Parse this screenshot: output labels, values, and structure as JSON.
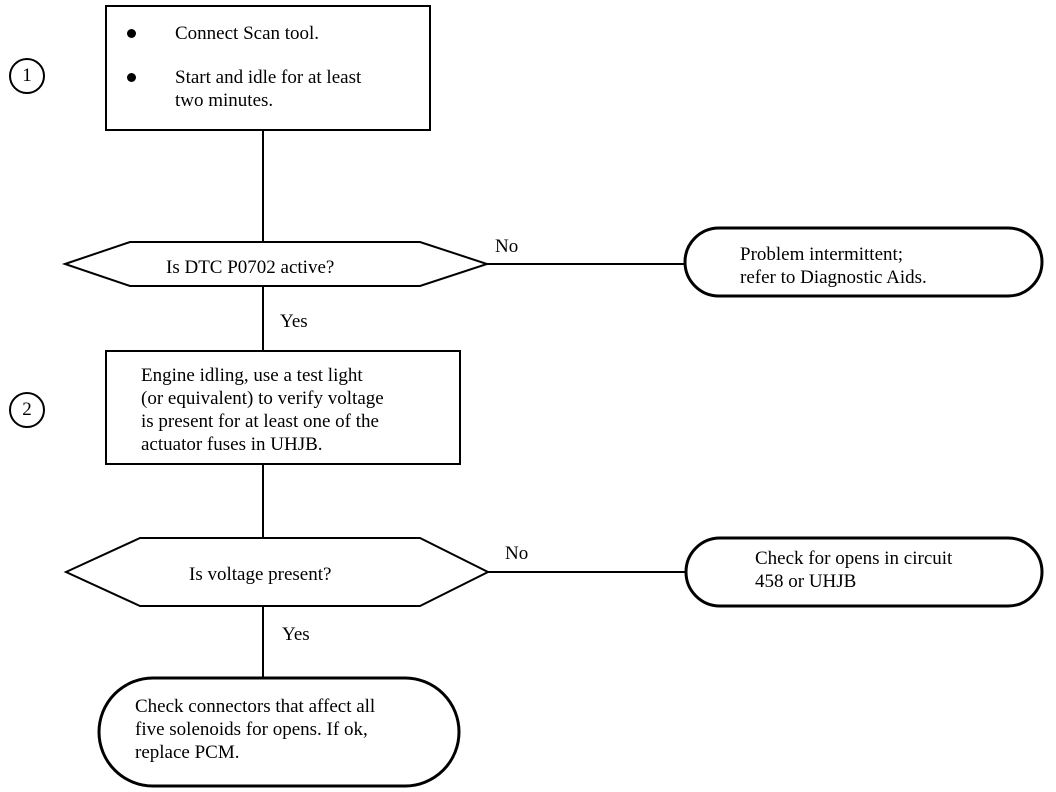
{
  "steps": [
    {
      "number": "1",
      "actions": [
        "Connect Scan tool.",
        "Start and idle for at least",
        "two minutes."
      ],
      "decision": "Is DTC P0702 active?",
      "no_label": "No",
      "no_result": [
        "Problem intermittent;",
        "refer to  Diagnostic Aids."
      ],
      "yes_label": "Yes"
    },
    {
      "number": "2",
      "actions": [
        "Engine idling, use a test light",
        "(or equivalent) to verify voltage",
        "is present for at least one of the",
        "actuator fuses in UHJB."
      ],
      "decision": "Is voltage present?",
      "no_label": "No",
      "no_result": [
        "Check for opens in circuit",
        "458 or UHJB"
      ],
      "yes_label": "Yes",
      "yes_result": [
        "Check connectors that affect all",
        "five solenoids for opens. If ok,",
        "replace PCM."
      ]
    }
  ]
}
